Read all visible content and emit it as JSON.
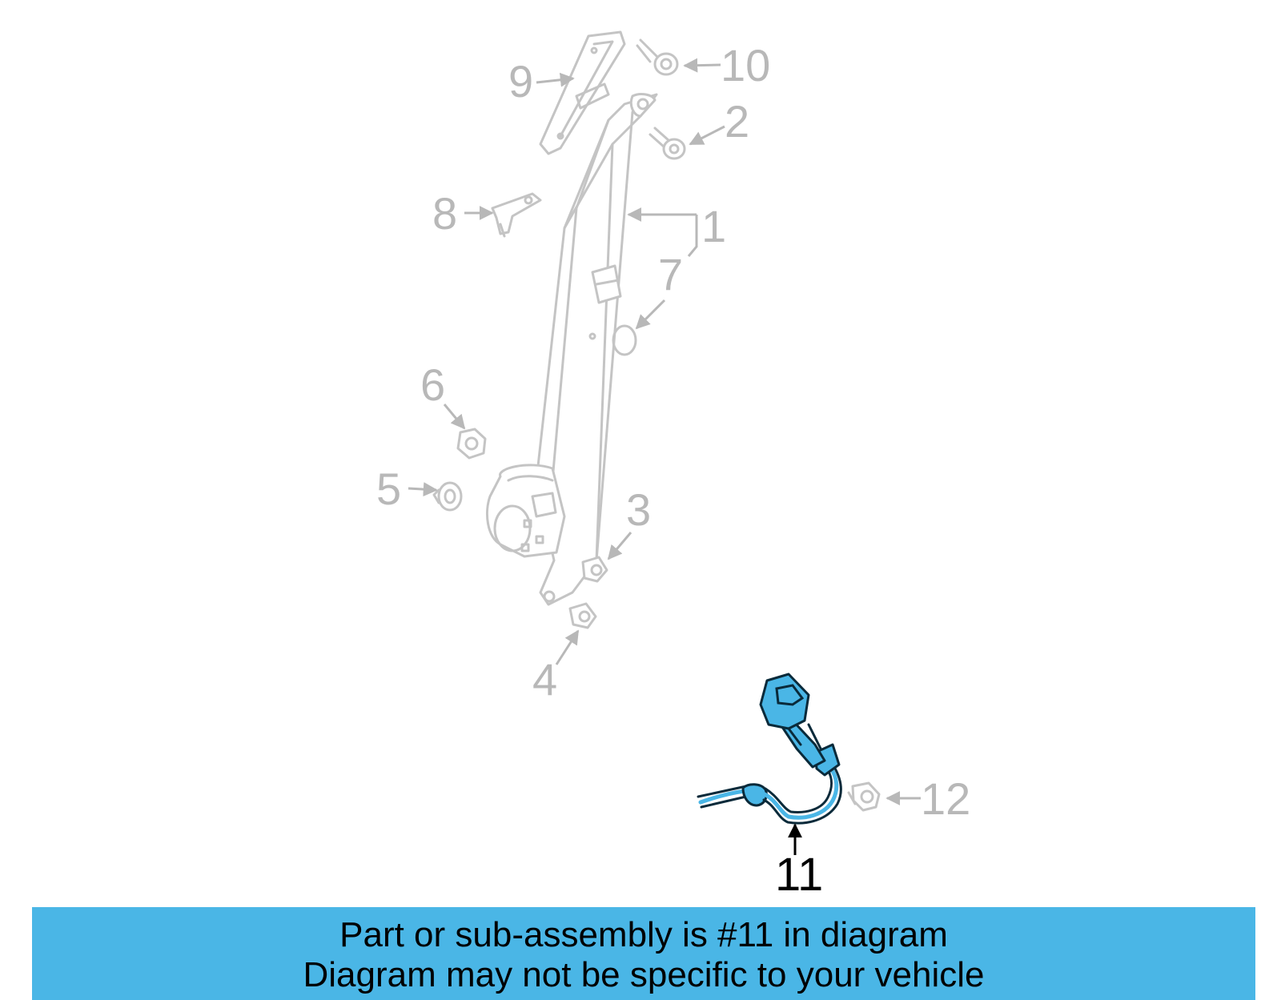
{
  "callouts": {
    "c1": "1",
    "c2": "2",
    "c3": "3",
    "c4": "4",
    "c5": "5",
    "c6": "6",
    "c7": "7",
    "c8": "8",
    "c9": "9",
    "c10": "10",
    "c11": "11",
    "c12": "12"
  },
  "highlighted_part": "11",
  "colors": {
    "highlight": "#4ab6e6",
    "inactive_part": "#c4c4c4",
    "banner": "#4ab6e6"
  },
  "banner": {
    "line1": "Part or sub-assembly is #11 in diagram",
    "line2": "Diagram may not be specific to your vehicle"
  }
}
